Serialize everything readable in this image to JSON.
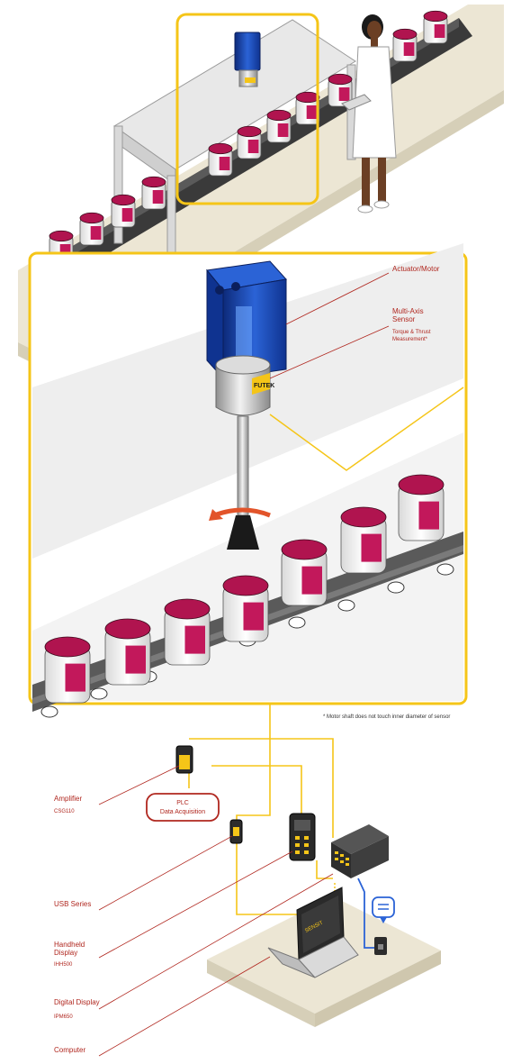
{
  "labels": {
    "actuator": "Actuator/Motor",
    "sensor_line1": "Multi-Axis",
    "sensor_line2": "Sensor",
    "torque_line1": "Torque & Thrust",
    "torque_line2": "Measurement*",
    "footnote": "* Motor shaft does not touch inner diameter of sensor",
    "amplifier": "Amplifier",
    "amplifier_model": "CSG110",
    "plc_line1": "PLC",
    "plc_line2": "Data Acquisition",
    "usb": "USB Series",
    "handheld_line1": "Handheld",
    "handheld_line2": "Display",
    "handheld_model": "IHH500",
    "digital": "Digital Display",
    "digital_model": "IPM650",
    "computer": "Computer",
    "brand_sensor": "FUTEK",
    "brand_laptop": "SENSIT"
  },
  "colors": {
    "accent_yellow": "#f5c518",
    "label_red": "#b0271f",
    "jar_magenta": "#c2185b",
    "motor_blue": "#1f4fb8",
    "floor_beige": "#ece6d4"
  }
}
